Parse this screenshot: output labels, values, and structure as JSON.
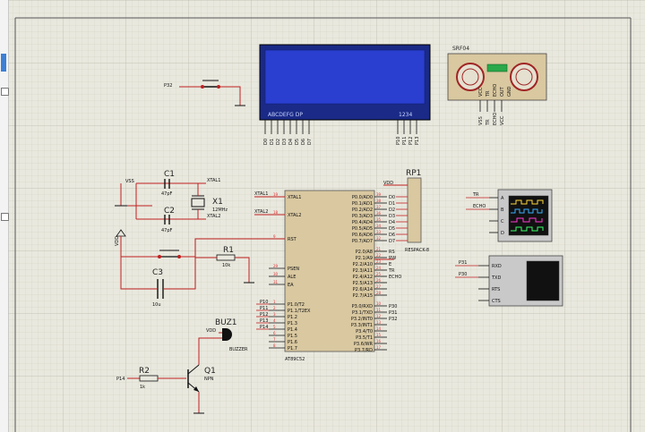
{
  "schematic": {
    "chip": {
      "name": "AT89C52",
      "left_pins": [
        {
          "num": "19",
          "name": "XTAL1"
        },
        {
          "num": "18",
          "name": "XTAL2"
        },
        {
          "num": "9",
          "name": "RST"
        },
        {
          "num": "29",
          "name": "PSEN"
        },
        {
          "num": "30",
          "name": "ALE"
        },
        {
          "num": "31",
          "name": "EA"
        },
        {
          "num": "1",
          "name": "P1.0/T2"
        },
        {
          "num": "2",
          "name": "P1.1/T2EX"
        },
        {
          "num": "3",
          "name": "P1.2"
        },
        {
          "num": "4",
          "name": "P1.3"
        },
        {
          "num": "5",
          "name": "P1.4"
        },
        {
          "num": "6",
          "name": "P1.5"
        },
        {
          "num": "7",
          "name": "P1.6"
        },
        {
          "num": "8",
          "name": "P1.7"
        }
      ],
      "right_pins": [
        {
          "num": "39",
          "name": "P0.0/AD0"
        },
        {
          "num": "38",
          "name": "P0.1/AD1"
        },
        {
          "num": "37",
          "name": "P0.2/AD2"
        },
        {
          "num": "36",
          "name": "P0.3/AD3"
        },
        {
          "num": "35",
          "name": "P0.4/AD4"
        },
        {
          "num": "34",
          "name": "P0.5/AD5"
        },
        {
          "num": "33",
          "name": "P0.6/AD6"
        },
        {
          "num": "32",
          "name": "P0.7/AD7"
        },
        {
          "num": "21",
          "name": "P2.0/A8"
        },
        {
          "num": "22",
          "name": "P2.1/A9"
        },
        {
          "num": "23",
          "name": "P2.2/A10"
        },
        {
          "num": "24",
          "name": "P2.3/A11"
        },
        {
          "num": "25",
          "name": "P2.4/A12"
        },
        {
          "num": "26",
          "name": "P2.5/A13"
        },
        {
          "num": "27",
          "name": "P2.6/A14"
        },
        {
          "num": "28",
          "name": "P2.7/A15"
        },
        {
          "num": "10",
          "name": "P3.0/RXD"
        },
        {
          "num": "11",
          "name": "P3.1/TXD"
        },
        {
          "num": "12",
          "name": "P3.2/INT0"
        },
        {
          "num": "13",
          "name": "P3.3/INT1"
        },
        {
          "num": "14",
          "name": "P3.4/T0"
        },
        {
          "num": "15",
          "name": "P3.5/T1"
        },
        {
          "num": "16",
          "name": "P3.6/WR"
        },
        {
          "num": "17",
          "name": "P3.7/RD"
        }
      ],
      "p0_net_labels": [
        "D0",
        "D1",
        "D2",
        "D3",
        "D4",
        "D5",
        "D6",
        "D7"
      ],
      "p2_net_labels": [
        "RS",
        "RW",
        "E",
        "TR",
        "ECHO"
      ],
      "p3_net_labels": [
        "P30",
        "P31",
        "P32"
      ],
      "p1_net_labels": [
        "P10",
        "P11",
        "P12",
        "P13",
        "P14"
      ]
    },
    "lcd": {
      "text_left": "ABCDEFG DP",
      "text_right": "1234",
      "bottom_labels": [
        "D0",
        "D1",
        "D2",
        "D3",
        "D4",
        "D5",
        "D6",
        "D7",
        "P10",
        "P11",
        "P12",
        "P13"
      ]
    },
    "sensor": {
      "name": "SRF04",
      "pins": [
        "VCC",
        "TR",
        "ECHO",
        "OUT",
        "GND"
      ],
      "bottom_labels": [
        "VSS",
        "TR",
        "ECHO",
        "VCC"
      ]
    },
    "rp1": {
      "name": "RP1",
      "part": "RESPACK-8",
      "vdd": "VDD"
    },
    "scope": {
      "pins": [
        "A",
        "B",
        "C",
        "D"
      ],
      "tr": "TR",
      "echo": "ECHO"
    },
    "terminal": {
      "pins": [
        "RXD",
        "TXD",
        "RTS",
        "CTS"
      ],
      "p31": "P31",
      "p30": "P30"
    },
    "parts": {
      "c1": {
        "name": "C1",
        "value": "47pF"
      },
      "c2": {
        "name": "C2",
        "value": "47pF"
      },
      "c3": {
        "name": "C3",
        "value": "10u"
      },
      "x1": {
        "name": "X1",
        "value": "12MHz"
      },
      "r1": {
        "name": "R1",
        "value": "10k"
      },
      "r2": {
        "name": "R2",
        "value": "1k"
      },
      "q1": {
        "name": "Q1",
        "value": "NPN"
      },
      "buz": {
        "name": "BUZ1",
        "value": "BUZZER"
      },
      "vss": "VSS",
      "vcc": "VCC",
      "vdd": "VDD",
      "xtal1": "XTAL1",
      "xtal2": "XTAL2",
      "p32": "P32",
      "p14": "P14"
    }
  }
}
